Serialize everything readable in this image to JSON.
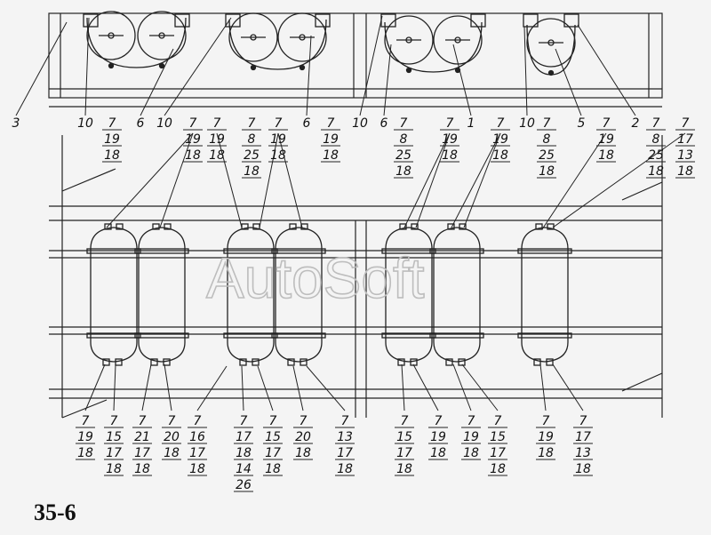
{
  "figure_number": "35-6",
  "watermark": "AutoSoft",
  "callouts": [
    [
      "7",
      "19",
      "18"
    ],
    [
      "7",
      "15",
      "17",
      "18"
    ],
    [
      "7",
      "21",
      "17",
      "18"
    ],
    [
      "7",
      "20",
      "18"
    ],
    [
      "7",
      "16",
      "17",
      "18"
    ],
    [
      "7",
      "17",
      "18",
      "14",
      "26"
    ],
    [
      "7",
      "15",
      "17",
      "18"
    ],
    [
      "7",
      "20",
      "18"
    ],
    [
      "7",
      "13",
      "17",
      "18"
    ],
    [
      "7",
      "15",
      "17",
      "18"
    ],
    [
      "7",
      "19",
      "18"
    ],
    [
      "7",
      "19",
      "18"
    ],
    [
      "7",
      "15",
      "17",
      "18"
    ],
    [
      "7",
      "19",
      "18"
    ],
    [
      "7",
      "17",
      "13",
      "18"
    ],
    [
      "7",
      "19",
      "18"
    ],
    [
      "7",
      "19",
      "18"
    ],
    [
      "7",
      "8",
      "25",
      "18"
    ],
    [
      "7",
      "19",
      "18"
    ],
    [
      "7",
      "19",
      "18"
    ],
    [
      "7",
      "8",
      "25",
      "18"
    ],
    [
      "7",
      "19",
      "18"
    ],
    [
      "7",
      "19",
      "18"
    ],
    [
      "7",
      "8",
      "25",
      "18"
    ],
    [
      "7",
      "19",
      "18"
    ],
    [
      "7",
      "8",
      "25",
      "18"
    ],
    [
      "7",
      "19",
      "18"
    ],
    [
      "7",
      "17",
      "13",
      "18"
    ],
    [
      "3"
    ],
    [
      "10"
    ],
    [
      "6"
    ],
    [
      "10"
    ],
    [
      "6"
    ],
    [
      "10"
    ],
    [
      "6"
    ],
    [
      "1"
    ],
    [
      "10"
    ],
    [
      "5"
    ],
    [
      "2"
    ]
  ]
}
